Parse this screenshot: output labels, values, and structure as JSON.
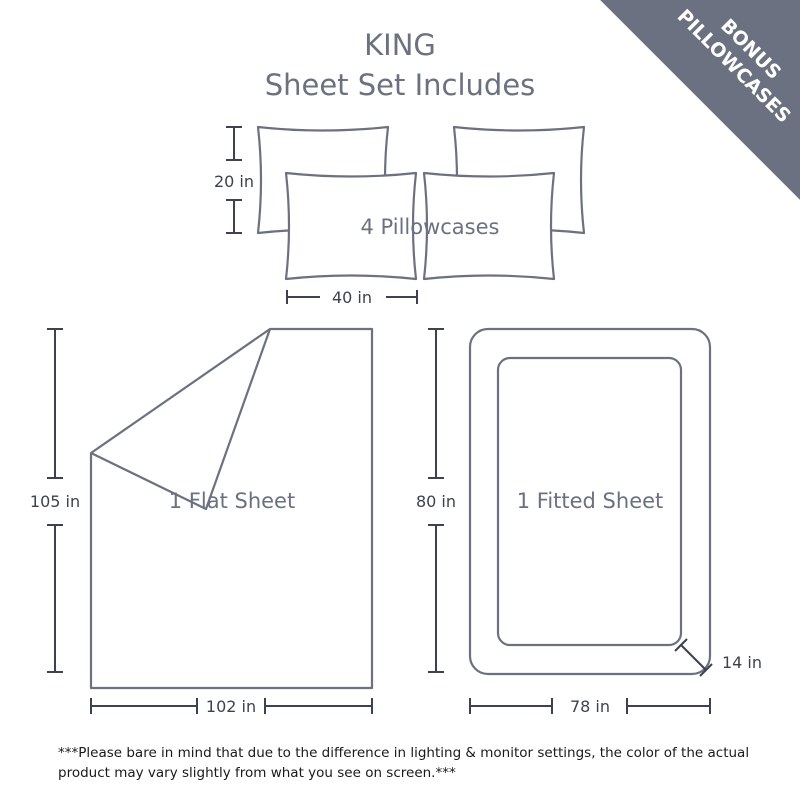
{
  "title": {
    "line1": "KING",
    "line2": "Sheet Set Includes"
  },
  "banner": {
    "line1": "BONUS",
    "line2": "PILLOWCASES",
    "bg_color": "#6b7180",
    "text_color": "#ffffff"
  },
  "pillowcases": {
    "label": "4 Pillowcases",
    "height_label": "20 in",
    "width_label": "40 in"
  },
  "flat_sheet": {
    "label": "1 Flat Sheet",
    "height_label": "105 in",
    "width_label": "102 in"
  },
  "fitted_sheet": {
    "label": "1 Fitted Sheet",
    "height_label": "80 in",
    "width_label": "78 in",
    "depth_label": "14 in"
  },
  "disclaimer": "***Please bare in mind that due to the difference in lighting & monitor settings, the color of the actual product may vary slightly from what you see on screen.***",
  "colors": {
    "line": "#6b7180",
    "text": "#6b7180"
  }
}
